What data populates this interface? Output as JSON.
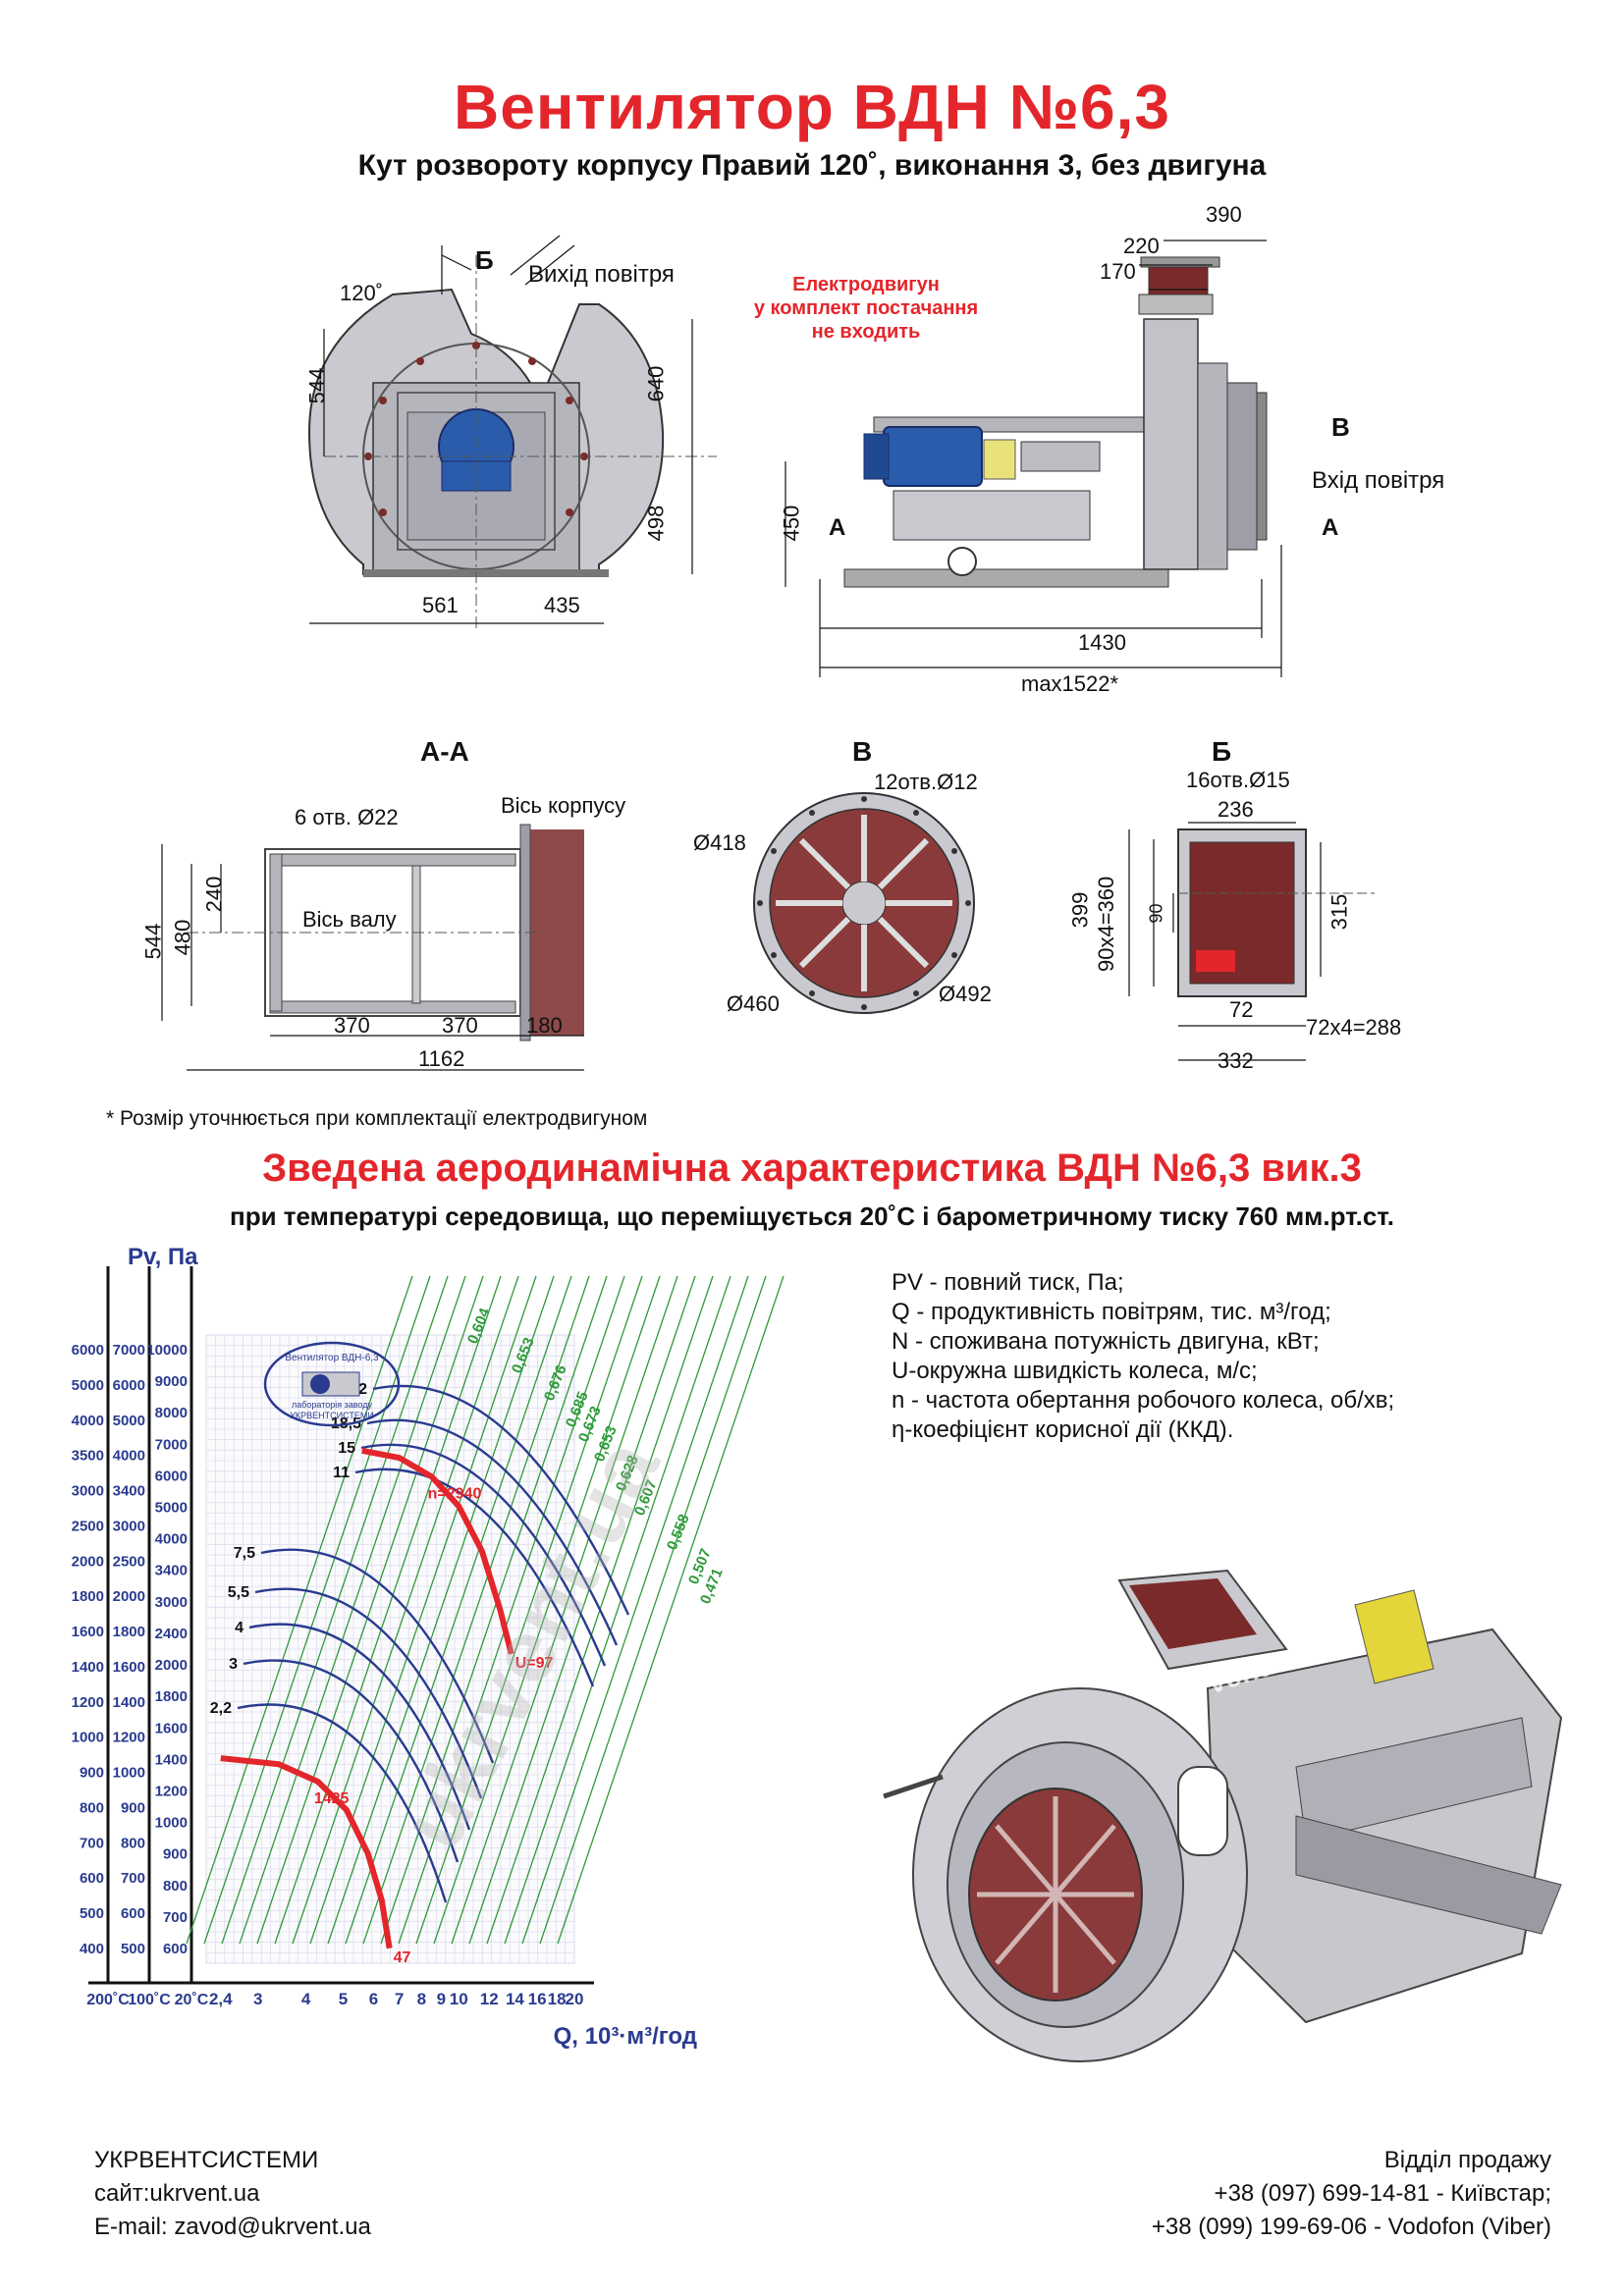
{
  "header": {
    "title": "Вентилятор  ВДН №6,3",
    "subtitle": "Кут розвороту корпусу Правий 120˚, виконання 3, без двигуна"
  },
  "front_view": {
    "angle": "120˚",
    "section_mark": "Б",
    "outlet_label": "Вихід повітря",
    "dims": {
      "h_top": "544",
      "h_right_top": "640",
      "h_right_bottom": "498",
      "w_left": "561",
      "w_right": "435"
    },
    "watermark": "ukrvent.ua"
  },
  "side_view": {
    "motor_note": [
      "Електродвигун",
      "у комплект постачання",
      "не входить"
    ],
    "dims": {
      "d390": "390",
      "d220": "220",
      "d170": "170",
      "height": "450",
      "length": "1430",
      "max_length": "max1522*"
    },
    "mark_a": "A",
    "mark_b": "B",
    "inlet_label": "Вхід повітря"
  },
  "section_aa": {
    "heading": "А-А",
    "holes": "6 отв. Ø22",
    "housing_axis": "Вісь корпусу",
    "shaft_axis": "Вісь валу",
    "dims": {
      "h544": "544",
      "h480": "480",
      "h240": "240",
      "w370a": "370",
      "w370b": "370",
      "w180": "180",
      "w1162": "1162"
    }
  },
  "section_b": {
    "heading": "В",
    "holes": "12отв.Ø12",
    "dims": {
      "d418": "Ø418",
      "d460": "Ø460",
      "d492": "Ø492"
    }
  },
  "section_bb": {
    "heading": "Б",
    "holes": "16отв.Ø15",
    "dims": {
      "w236": "236",
      "h399": "399",
      "h360": "90x4=360",
      "h90": "90",
      "h315": "315",
      "w72": "72",
      "w288": "72x4=288",
      "w332": "332"
    }
  },
  "footnote": "* Розмір уточнюється при комплектації електродвигуном",
  "aero": {
    "title": "Зведена аеродинамічна характеристика ВДН №6,3 вик.3",
    "subtitle": "при температурі середовища, що переміщується 20˚С і барометричному тиску 760 мм.рт.ст."
  },
  "chart_data": {
    "type": "line",
    "ylabel": "Pv, Па",
    "xlabel": "Q, 10³·м³/год",
    "x_ticks": [
      "2,4",
      "3",
      "4",
      "5",
      "6",
      "7",
      "8",
      "9",
      "10",
      "12",
      "14",
      "16",
      "18",
      "20"
    ],
    "temp_labels": [
      "200˚С",
      "100˚С",
      "20˚С"
    ],
    "y_scale_200": [
      "6000",
      "5000",
      "4000",
      "3500",
      "3000",
      "2500",
      "2000",
      "1800",
      "1600",
      "1400",
      "1200",
      "1000",
      "900",
      "800",
      "700",
      "600",
      "500",
      "400"
    ],
    "y_scale_100": [
      "7000",
      "6000",
      "5000",
      "4000",
      "3400",
      "3000",
      "2500",
      "2000",
      "1800",
      "1600",
      "1400",
      "1200",
      "1000",
      "900",
      "800",
      "700",
      "600",
      "500"
    ],
    "y_scale_20": [
      "10000",
      "9000",
      "8000",
      "7000",
      "6000",
      "5000",
      "4000",
      "3400",
      "3000",
      "2400",
      "2000",
      "1800",
      "1600",
      "1400",
      "1200",
      "1000",
      "900",
      "800",
      "700",
      "600"
    ],
    "power_curves": [
      "N=22",
      "18,5",
      "15",
      "11",
      "7,5",
      "5,5",
      "4",
      "3",
      "2,2"
    ],
    "efficiency_labels": [
      "0,604",
      "0,653",
      "0,676",
      "0,685",
      "0,673",
      "0,653",
      "0,628",
      "0,607",
      "0,558",
      "0,507",
      "0,471"
    ],
    "speed_curves": [
      {
        "name": "n=2940",
        "end_label": "U=97",
        "points": [
          [
            5.6,
            6100
          ],
          [
            7.0,
            5900
          ],
          [
            8.5,
            5400
          ],
          [
            10,
            4700
          ],
          [
            11.5,
            3800
          ],
          [
            12.8,
            2900
          ],
          [
            13.7,
            2350
          ]
        ]
      },
      {
        "name": "1425",
        "end_label": "47",
        "points": [
          [
            2.4,
            1440
          ],
          [
            3.4,
            1400
          ],
          [
            4.3,
            1290
          ],
          [
            5.1,
            1130
          ],
          [
            5.8,
            920
          ],
          [
            6.3,
            740
          ],
          [
            6.6,
            590
          ]
        ]
      }
    ],
    "stamp": [
      "Вентилятор ВДН-6,3",
      "лабораторія заводу",
      "УКРВЕНТСИСТЕМИ"
    ]
  },
  "legend": [
    "PV - повний тиск, Па;",
    "Q - продуктивність повітрям, тис. м³/год;",
    "N - споживана потужність двигуна, кВт;",
    "U-окружна швидкість колеса, м/с;",
    "n - частота обертання робочого колеса, об/хв;",
    "η-коефіцієнт корисної дії (ККД)."
  ],
  "footer": {
    "company": "УКРВЕНТСИСТЕМИ",
    "site": "сайт:ukrvent.ua",
    "email": "E-mail: zavod@ukrvent.ua",
    "sales": "Відділ продажу",
    "phone1": "+38 (097) 699-14-81 - Київстар;",
    "phone2": "+38 (099) 199-69-06 - Vodofon (Viber)"
  },
  "colors": {
    "red": "#e3262b",
    "blue": "#2a3b8f",
    "green": "#2e9a3a",
    "steel": "#c9c9cf",
    "duct": "#7a2a2a"
  }
}
